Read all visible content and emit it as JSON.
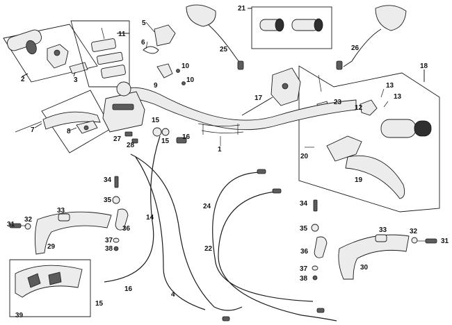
{
  "labels": {
    "p1": "1",
    "p2": "2",
    "p3": "3",
    "p4": "4",
    "p5": "5",
    "p6": "6",
    "p7": "7",
    "p8": "8",
    "p9": "9",
    "p10a": "10",
    "p10b": "10",
    "p11": "11",
    "p12": "12",
    "p13a": "13",
    "p13b": "13",
    "p14": "14",
    "p15a": "15",
    "p15b": "15",
    "p15c": "15",
    "p16a": "16",
    "p16b": "16",
    "p17": "17",
    "p18": "18",
    "p19": "19",
    "p20": "20",
    "p21": "21",
    "p22": "22",
    "p23": "23",
    "p24": "24",
    "p25": "25",
    "p26": "26",
    "p27": "27",
    "p28": "28",
    "p29": "29",
    "p30": "30",
    "p31a": "31",
    "p31b": "31",
    "p32a": "32",
    "p32b": "32",
    "p33a": "33",
    "p33b": "33",
    "p34a": "34",
    "p34b": "34",
    "p35a": "35",
    "p35b": "35",
    "p36a": "36",
    "p36b": "36",
    "p37a": "37",
    "p37b": "37",
    "p38a": "38",
    "p38b": "38",
    "p39": "39"
  }
}
